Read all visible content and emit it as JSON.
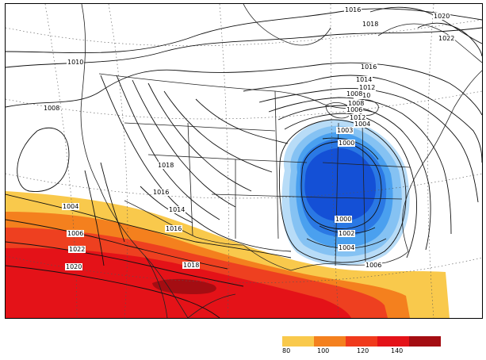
{
  "isobar_labels": [
    "1016",
    "1018",
    "1020",
    "1022",
    "1010",
    "1008",
    "1004",
    "1006",
    "1022",
    "1020",
    "1018",
    "1016",
    "1014",
    "1016",
    "1018",
    "1016",
    "1014",
    "1012",
    "1010",
    "1008",
    "1006",
    "1004",
    "1003",
    "1000",
    "1000",
    "1002",
    "1004",
    "1006",
    "1008",
    "1012"
  ],
  "colorbar": {
    "ticks": [
      "80",
      "100",
      "120",
      "140"
    ],
    "colors": [
      "#f9c94c",
      "#f4801e",
      "#f03a1c",
      "#e41218",
      "#a40d12"
    ]
  },
  "shading": {
    "warm": [
      "#f9c94c",
      "#f4801e",
      "#ee4020",
      "#e41218",
      "#a40d12"
    ],
    "cool": [
      "#b8dcf7",
      "#85c2f3",
      "#4aa0ef",
      "#2a78e4",
      "#1450d6"
    ]
  }
}
